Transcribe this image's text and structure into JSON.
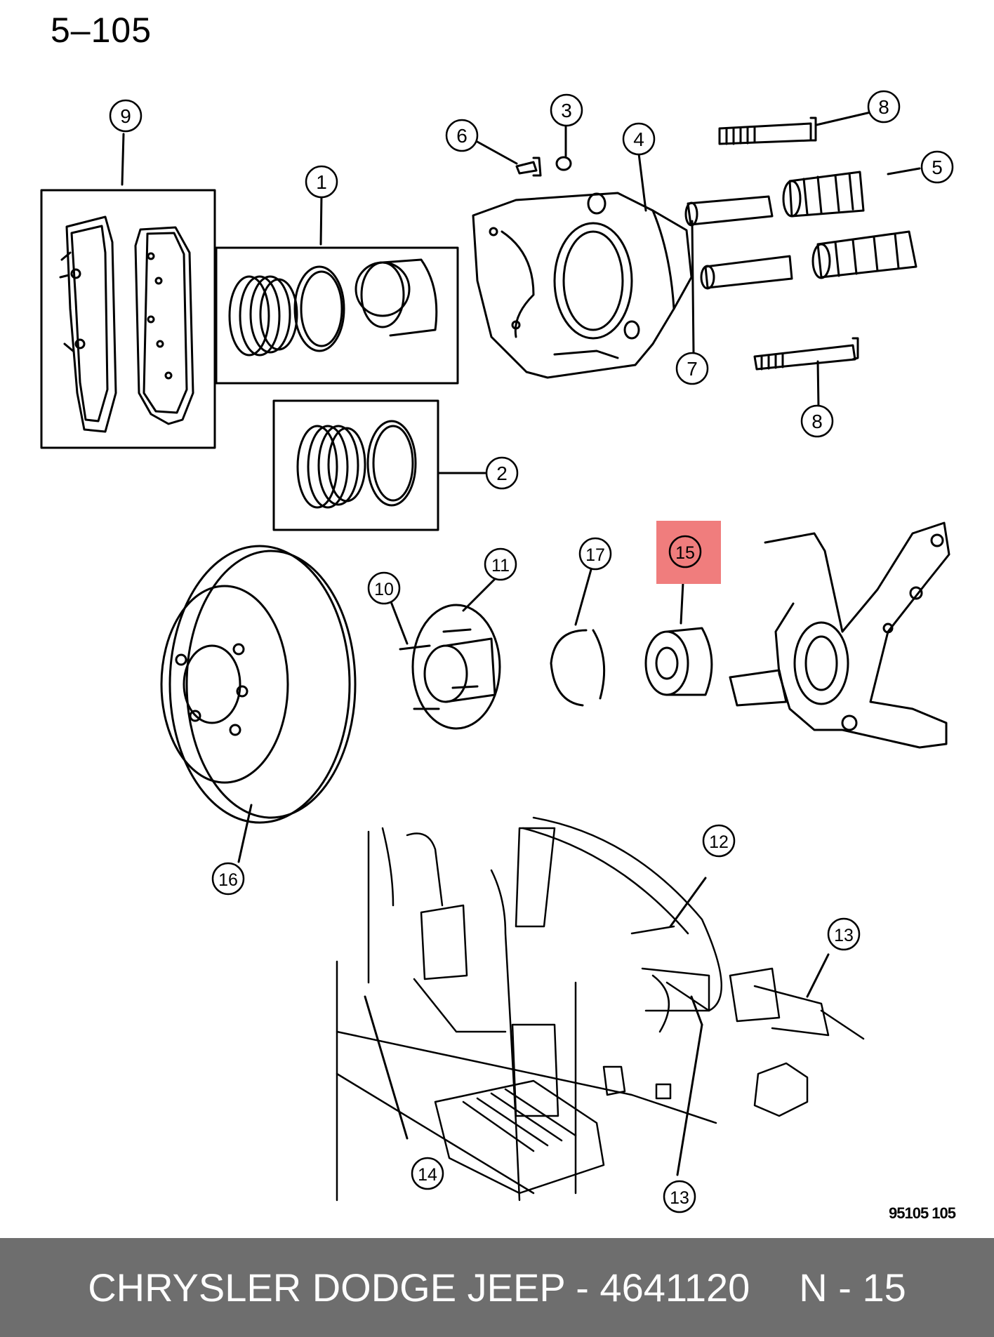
{
  "page_number": "5–105",
  "figure_code": "95105 105",
  "callouts": [
    "1",
    "2",
    "3",
    "4",
    "5",
    "6",
    "7",
    "8",
    "8",
    "9",
    "10",
    "11",
    "12",
    "13",
    "13",
    "14",
    "15",
    "16",
    "17"
  ],
  "highlight": {
    "callout": "15",
    "color": "#f07d7d"
  },
  "footer": {
    "brand_part": "CHRYSLER DODGE JEEP - 4641120",
    "ref": "N - 15",
    "background": "#6e6e6e"
  }
}
